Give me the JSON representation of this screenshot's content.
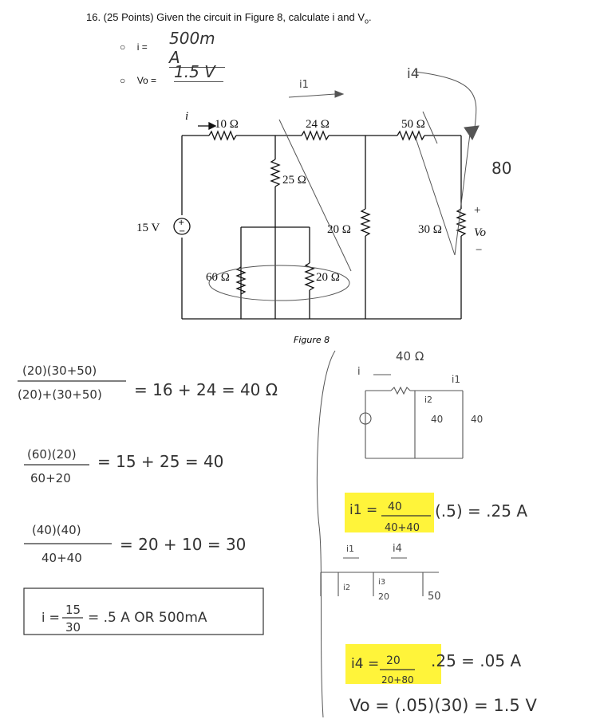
{
  "question": {
    "text": "16. (25 Points) Given the circuit in Figure 8, calculate i and V",
    "sub": "o",
    "suffix": "."
  },
  "answers": [
    {
      "label": "i =",
      "value": "500m A"
    },
    {
      "label": "Vo =",
      "value": "1.5 V"
    }
  ],
  "circuit": {
    "figure_caption": "Figure 8",
    "source": "15 V",
    "r1": "10 Ω",
    "r2": "24 Ω",
    "r3": "50 Ω",
    "r4": "25 Ω",
    "r5": "20 Ω",
    "r6": "30 Ω",
    "r7": "60 Ω",
    "r8": "20 Ω",
    "vo": "Vo",
    "plus": "+",
    "minus": "−",
    "i_label": "i"
  },
  "notes": {
    "n_i1_top": "i1",
    "n_i4_top": "i4",
    "n_80": "80",
    "eq1_num": "(20)(30+50)",
    "eq1_den": "(20)+(30+50)",
    "eq1_rhs": "= 16 + 24 = 40 Ω",
    "eq2_num": "(60)(20)",
    "eq2_den": "60+20",
    "eq2_rhs": "= 15 + 25 = 40",
    "eq3_num": "(40)(40)",
    "eq3_den": "40+40",
    "eq3_rhs": "= 20 + 10 = 30",
    "eq4": "i = 15/30 = .5 A OR 500mA",
    "eq4_lhs": "i =",
    "eq4_num": "15",
    "eq4_den": "30",
    "eq4_rhs": "= .5 A OR 500mA",
    "s1_40": "40 Ω",
    "s1_i": "i",
    "s1_i1": "i1",
    "s1_i2": "i2",
    "s1_r2": "40",
    "s1_r1": "40",
    "hl1_lhs": "i1 =",
    "hl1_num": "40",
    "hl1_den": "40+40",
    "hl1_rest": "(.5) = .25 A",
    "s2_i1": "i1",
    "s2_i4": "i4",
    "s2_i2": "i2",
    "s2_i3": "i3",
    "s2_20": "20",
    "s2_50": "50",
    "hl2_lhs": "i4 =",
    "hl2_num": "20",
    "hl2_den": "20+80",
    "hl2_rest": ".25 = .05 A",
    "eq_vo": "Vo = (.05)(30) = 1.5 V"
  }
}
